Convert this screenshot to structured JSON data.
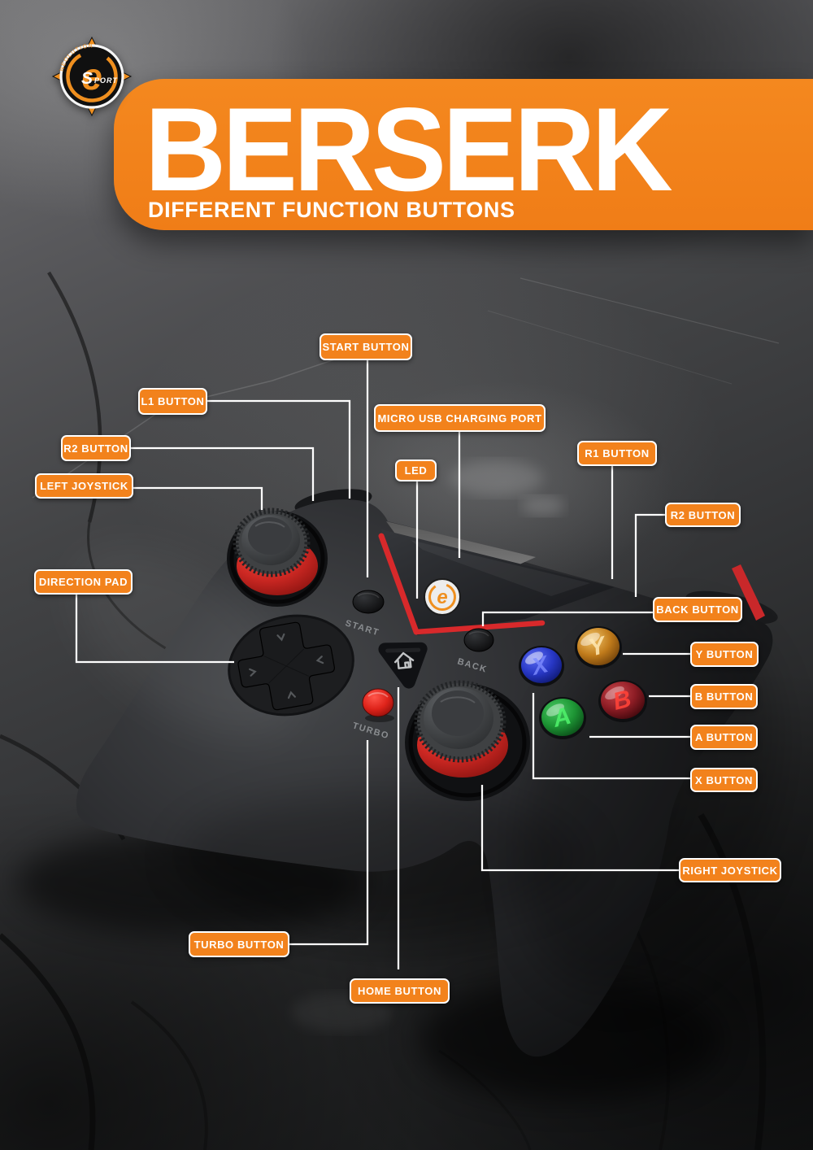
{
  "banner": {
    "title": "BERSERK",
    "subtitle": "DIFFERENT FUNCTION BUTTONS"
  },
  "logo": {
    "arc_text": "NEOLUTION",
    "letter": "e",
    "sport_s": "S",
    "sport_rest": "PORT"
  },
  "callouts": {
    "start_button": "START BUTTON",
    "l1_button": "L1 BUTTON",
    "r2_button_left": "R2 BUTTON",
    "left_joystick": "LEFT JOYSTICK",
    "direction_pad": "DIRECTION PAD",
    "micro_usb_charging_port": "MICRO USB CHARGING PORT",
    "led": "LED",
    "r1_button": "R1 BUTTON",
    "r2_button_right": "R2 BUTTON",
    "back_button": "BACK BUTTON",
    "y_button": "Y BUTTON",
    "b_button": "B BUTTON",
    "a_button": "A BUTTON",
    "x_button": "X BUTTON",
    "right_joystick": "RIGHT JOYSTICK",
    "turbo_button": "TURBO BUTTON",
    "home_button": "HOME BUTTON"
  },
  "controller": {
    "start_label": "START",
    "back_label": "BACK",
    "turbo_label": "TURBO",
    "face_buttons": {
      "y": "Y",
      "x": "X",
      "b": "B",
      "a": "A"
    }
  },
  "colors": {
    "accent_orange": "#f2821c",
    "label_border": "#ffffff",
    "leader_line": "#ffffff",
    "controller_red": "#d62c28",
    "button_y": "#d99a33",
    "button_x": "#2534c8",
    "button_b": "#8f1b20",
    "button_a": "#1f9c35"
  }
}
